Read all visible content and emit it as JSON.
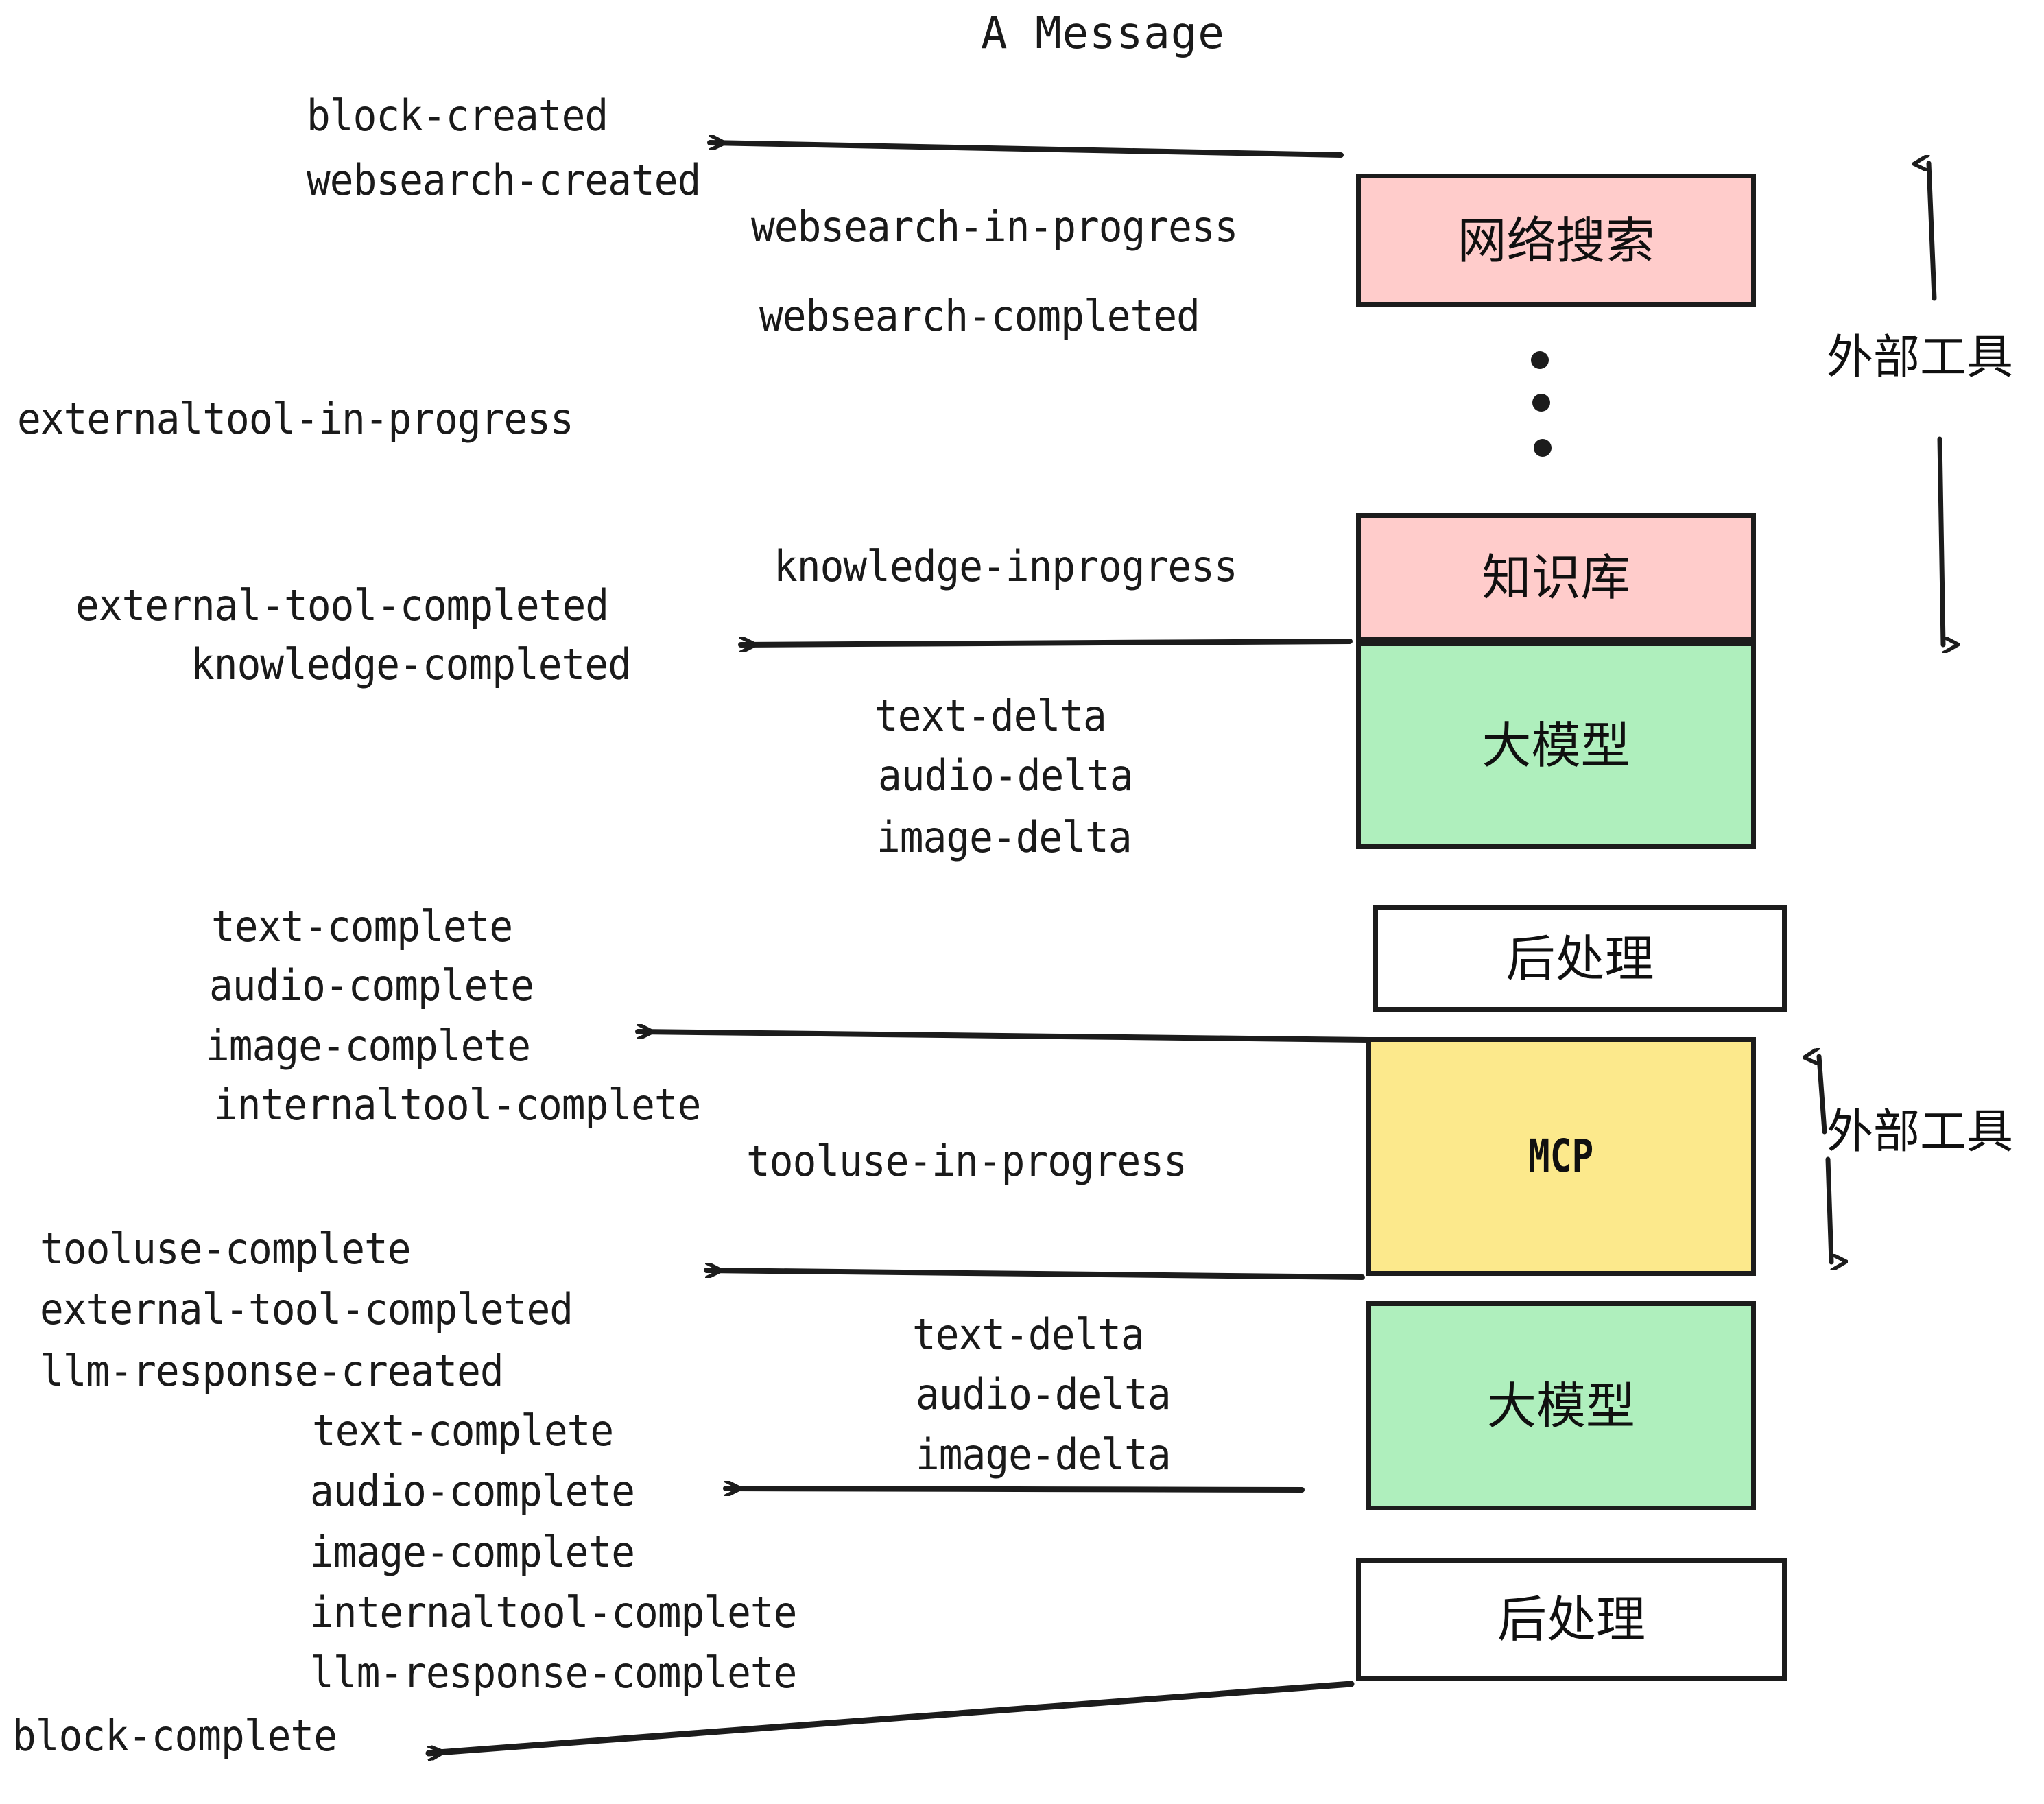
{
  "title": "A Message",
  "colors": {
    "pink": "#FFCCCB",
    "green": "#AFEFBD",
    "yellow": "#FCE98C",
    "white": "#FFFFFF",
    "stroke": "#1C1C1C",
    "text": "#1A1A1A",
    "background": "#FFFFFF"
  },
  "boxes": [
    {
      "label": "网络搜索",
      "color": "pink",
      "kind": "cjk"
    },
    {
      "label": "知识库",
      "color": "pink",
      "kind": "cjk"
    },
    {
      "label": "大模型",
      "color": "green",
      "kind": "cjk"
    },
    {
      "label": "后处理",
      "color": "white",
      "kind": "cjk"
    },
    {
      "label": "MCP",
      "color": "yellow",
      "kind": "latin"
    },
    {
      "label": "大模型",
      "color": "green",
      "kind": "cjk"
    },
    {
      "label": "后处理",
      "color": "white",
      "kind": "cjk"
    }
  ],
  "side_annotations": [
    {
      "label": "外部工具"
    },
    {
      "label": "外部工具"
    }
  ],
  "events": {
    "block_created": "block-created",
    "websearch_created": "websearch-created",
    "websearch_in_progress": "websearch-in-progress",
    "websearch_completed": "websearch-completed",
    "externaltool_in_progress": "externaltool-in-progress",
    "knowledge_inprogress": "knowledge-inprogress",
    "external_tool_completed_1": "external-tool-completed",
    "knowledge_completed": "knowledge-completed",
    "text_delta_1": "text-delta",
    "audio_delta_1": "audio-delta",
    "image_delta_1": "image-delta",
    "text_complete_1": "text-complete",
    "audio_complete_1": "audio-complete",
    "image_complete_1": "image-complete",
    "internaltool_complete_1": "internaltool-complete",
    "tooluse_in_progress": "tooluse-in-progress",
    "tooluse_complete": "tooluse-complete",
    "external_tool_completed_2": "external-tool-completed",
    "llm_response_created": "llm-response-created",
    "text_delta_2": "text-delta",
    "audio_delta_2": "audio-delta",
    "image_delta_2": "image-delta",
    "text_complete_2": "text-complete",
    "audio_complete_2": "audio-complete",
    "image_complete_2": "image-complete",
    "internaltool_complete_2": "internaltool-complete",
    "llm_response_complete": "llm-response-complete",
    "block_complete": "block-complete"
  }
}
